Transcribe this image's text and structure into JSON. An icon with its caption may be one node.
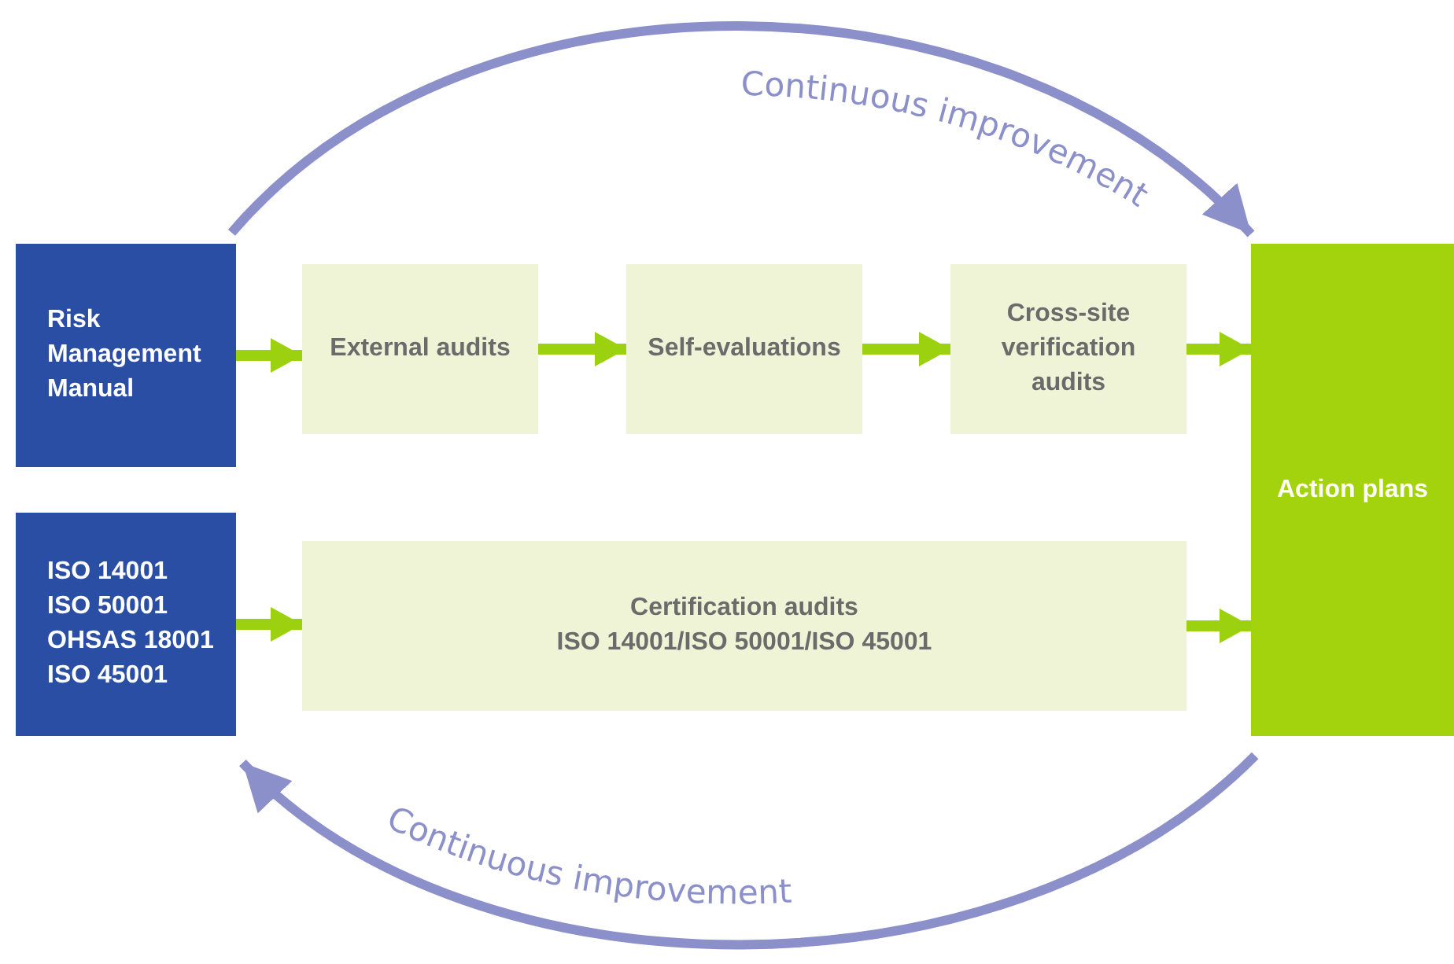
{
  "diagram": {
    "nodes": [
      {
        "text": [
          "Risk Management Manual"
        ]
      },
      {
        "text": [
          "External audits"
        ]
      },
      {
        "text": [
          "Self-evaluations"
        ]
      },
      {
        "text": [
          "Cross-site verification audits"
        ]
      },
      {
        "text": [
          "Action plans"
        ]
      },
      {
        "text": [
          "ISO 14001",
          "ISO 50001",
          "OHSAS 18001",
          "ISO 45001"
        ]
      },
      {
        "text": [
          "Certification audits",
          "ISO 14001/ISO 50001/ISO 45001"
        ]
      }
    ],
    "edges": [
      {
        "from": 0,
        "to": 1,
        "arrow": "to"
      },
      {
        "from": 1,
        "to": 2,
        "arrow": "to"
      },
      {
        "from": 2,
        "to": 3,
        "arrow": "to"
      },
      {
        "from": 3,
        "to": 4,
        "arrow": "to"
      },
      {
        "from": 5,
        "to": 6,
        "arrow": "to"
      },
      {
        "from": 6,
        "to": 4,
        "arrow": "to"
      },
      {
        "from": 0,
        "to": 4,
        "arrow": "to",
        "label": "Continuous improvement",
        "color": "#8b8fca"
      },
      {
        "from": 4,
        "to": 5,
        "arrow": "to",
        "label": "Continuous improvement",
        "color": "#8b8fca"
      }
    ]
  }
}
